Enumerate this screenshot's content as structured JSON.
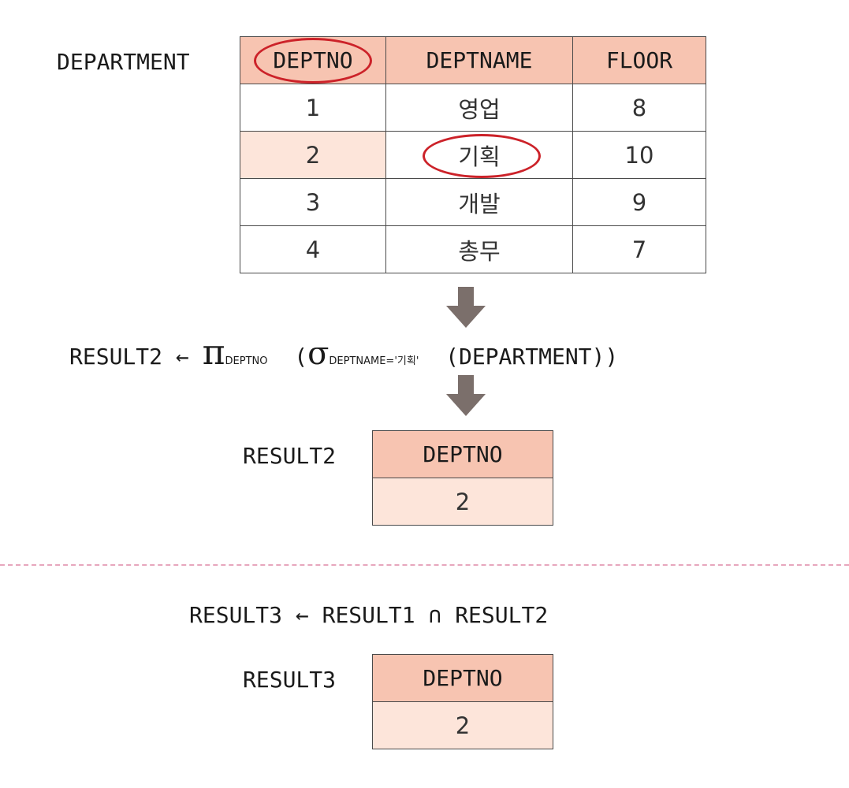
{
  "department": {
    "label": "DEPARTMENT",
    "headers": [
      "DEPTNO",
      "DEPTNAME",
      "FLOOR"
    ],
    "rows": [
      [
        "1",
        "영업",
        "8"
      ],
      [
        "2",
        "기획",
        "10"
      ],
      [
        "3",
        "개발",
        "9"
      ],
      [
        "4",
        "총무",
        "7"
      ]
    ]
  },
  "expr1": {
    "target": "RESULT2",
    "arrow": "←",
    "pi": "π",
    "pi_sub": "DEPTNO",
    "open": "(",
    "sigma": "σ",
    "sigma_sub": "DEPTNAME='기획'",
    "rest": "(DEPARTMENT))"
  },
  "result2": {
    "label": "RESULT2",
    "header": "DEPTNO",
    "value": "2"
  },
  "expr2": {
    "target": "RESULT3",
    "arrow": "←",
    "left": "RESULT1",
    "op": "∩",
    "right": "RESULT2"
  },
  "result3": {
    "label": "RESULT3",
    "header": "DEPTNO",
    "value": "2"
  },
  "colors": {
    "header_fill": "#f7c4b1",
    "highlight_fill": "#fde5da",
    "circle": "#cc2229",
    "arrow": "#7b6f6b",
    "divider": "#e7a6bd"
  }
}
